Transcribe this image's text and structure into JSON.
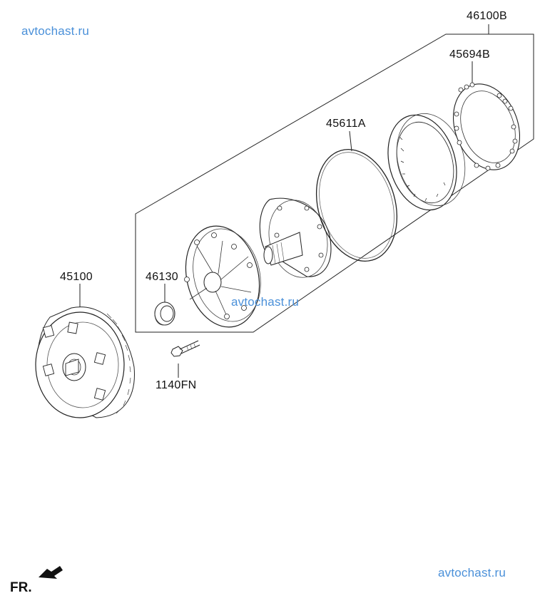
{
  "watermarks": {
    "top_left": "avtochast.ru",
    "center": "avtochast.ru",
    "bottom_right": "avtochast.ru"
  },
  "part_labels": {
    "assembly": "46100B",
    "gasket": "45694B",
    "o_ring": "45611A",
    "converter": "45100",
    "seal": "46130",
    "bolt": "1140FN"
  },
  "direction": {
    "label": "FR."
  }
}
